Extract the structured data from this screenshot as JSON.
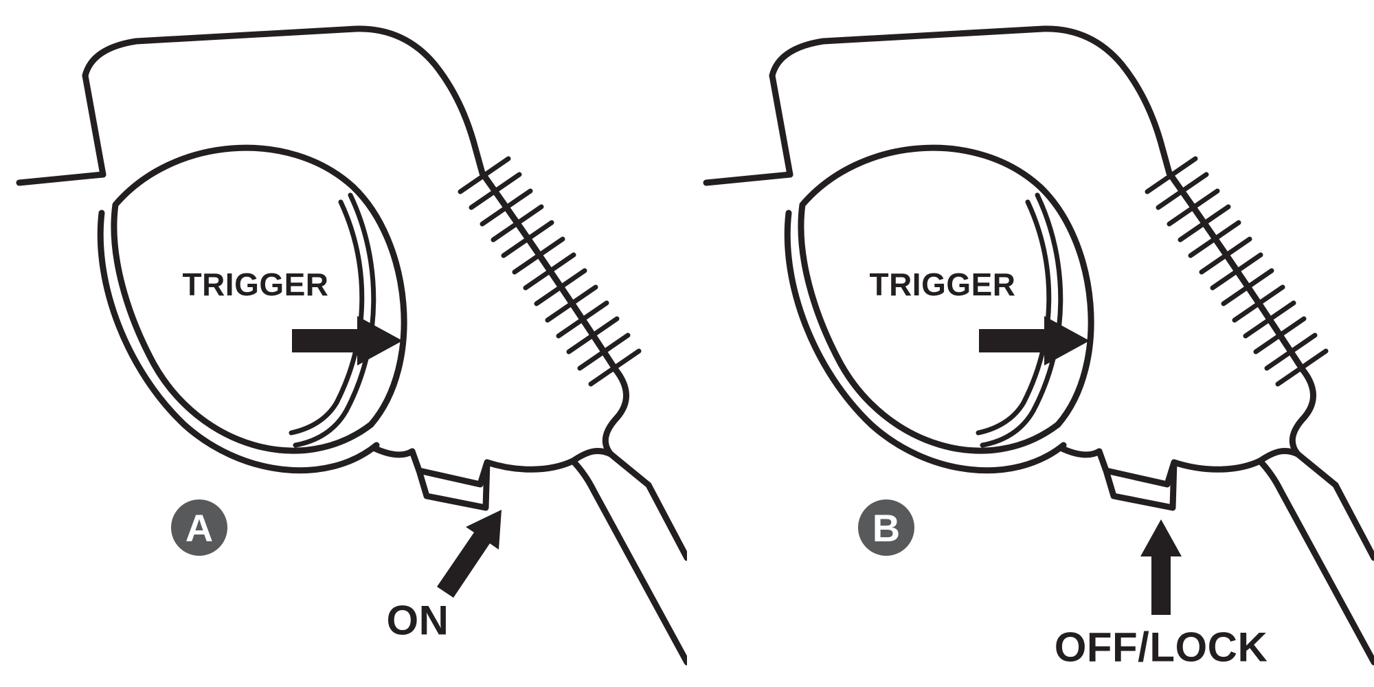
{
  "figure": {
    "colors": {
      "line": "#231f20",
      "badge": "#58595b",
      "background": "#ffffff",
      "label": "#231f20"
    },
    "panels": [
      {
        "badge": "A",
        "trigger_label": "TRIGGER",
        "state_label": "ON"
      },
      {
        "badge": "B",
        "trigger_label": "TRIGGER",
        "state_label": "OFF/LOCK"
      }
    ]
  }
}
